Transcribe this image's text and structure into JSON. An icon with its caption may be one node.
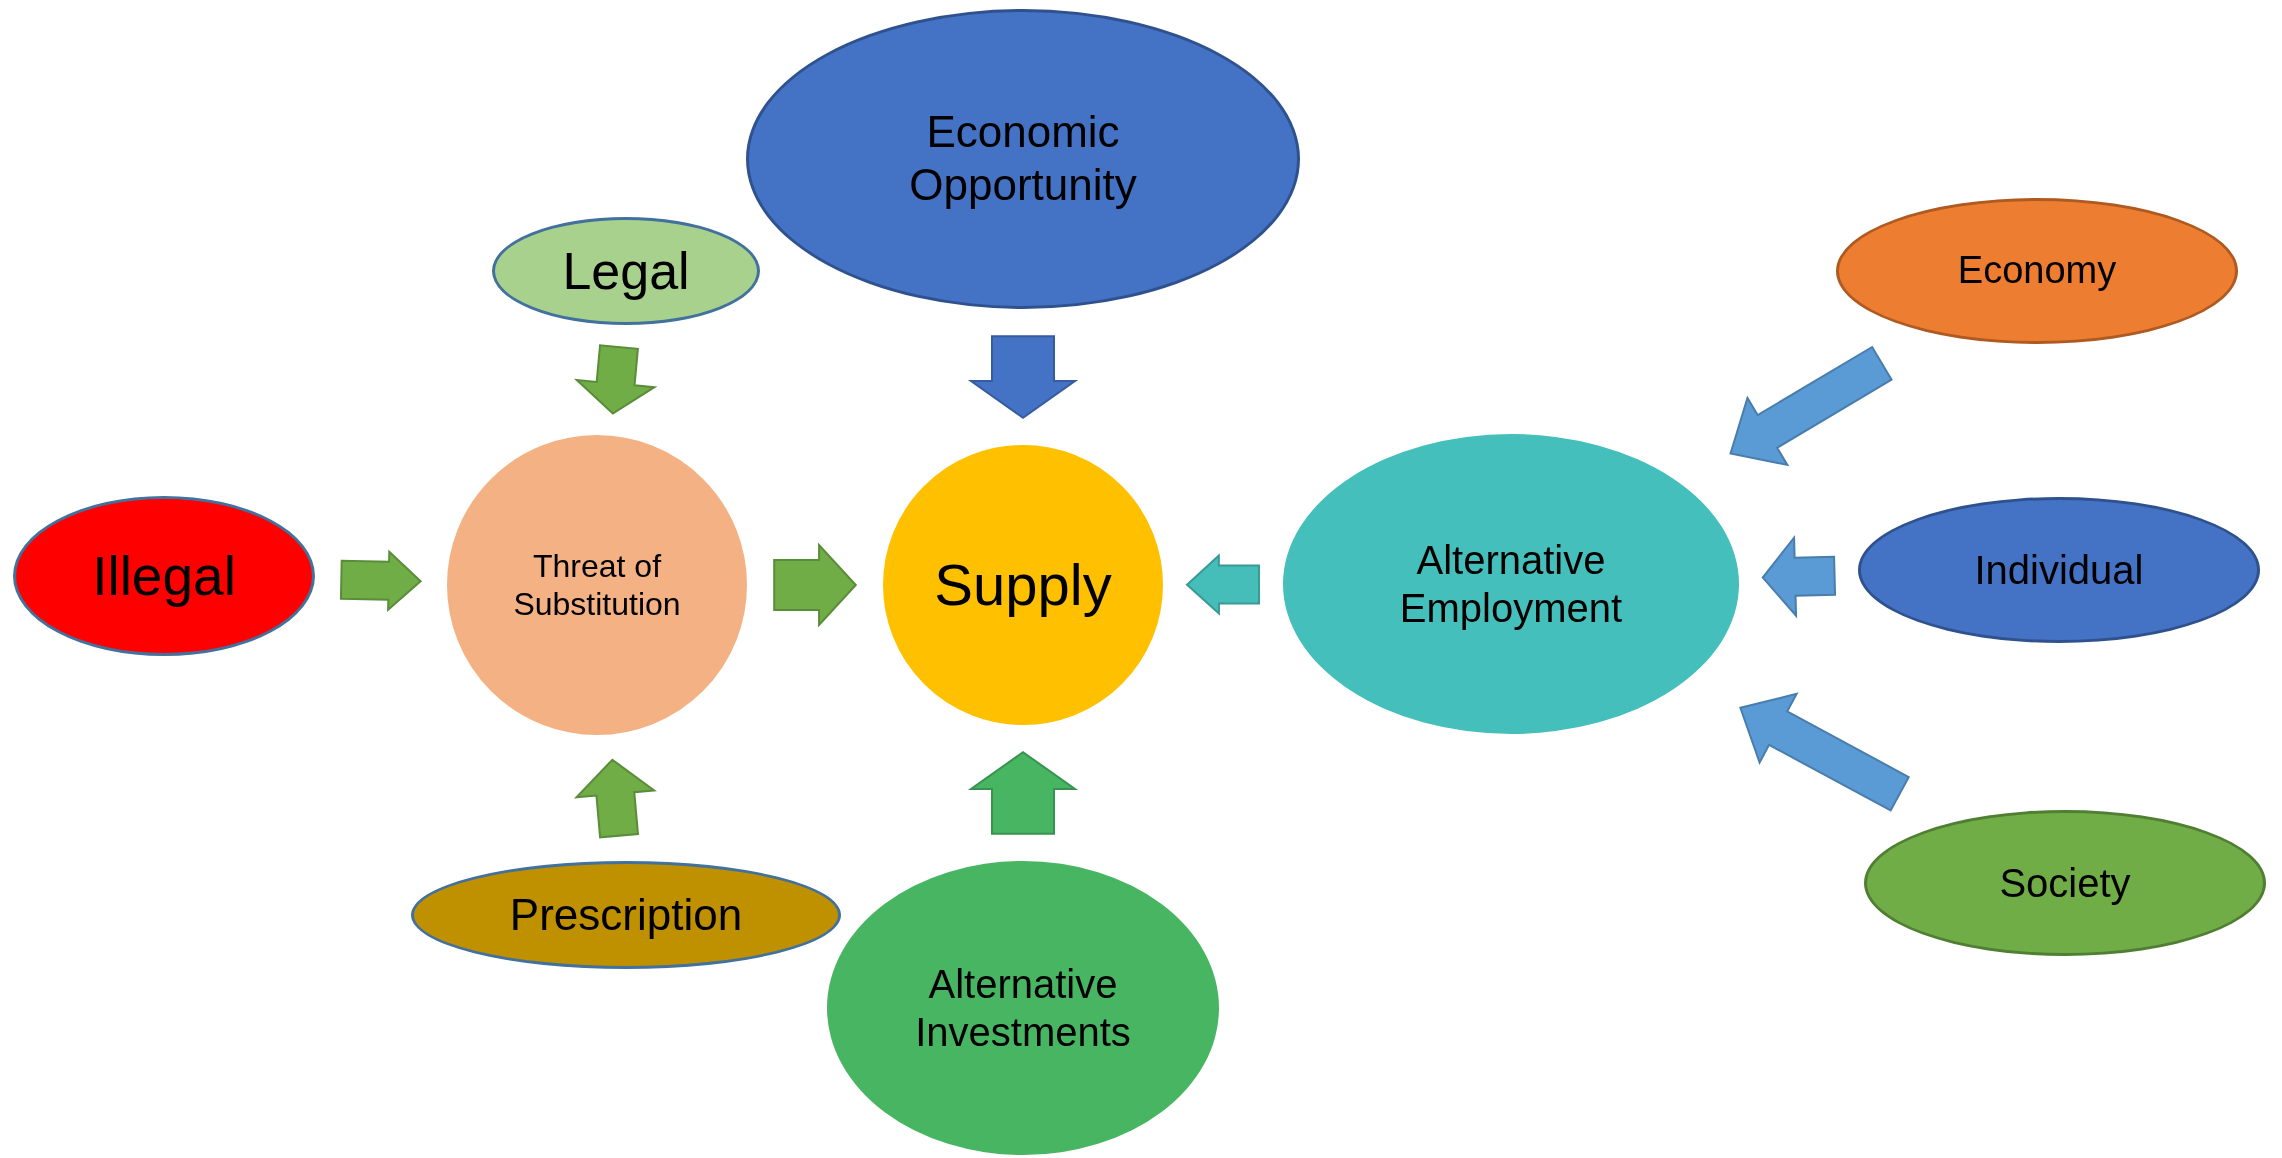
{
  "diagram": {
    "nodes": [
      {
        "text": [
          "Economic Opportunity"
        ]
      },
      {
        "text": [
          "Legal"
        ]
      },
      {
        "text": [
          "Economy"
        ]
      },
      {
        "text": [
          "Illegal"
        ]
      },
      {
        "text": [
          "Threat of Substitution"
        ]
      },
      {
        "text": [
          "Supply"
        ]
      },
      {
        "text": [
          "Alternative Employment"
        ]
      },
      {
        "text": [
          "Individual"
        ]
      },
      {
        "text": [
          "Prescription"
        ]
      },
      {
        "text": [
          "Alternative Investments"
        ]
      },
      {
        "text": [
          "Society"
        ]
      }
    ],
    "edges": [
      {
        "from": 0,
        "to": 5,
        "arrow": "to",
        "color": "#4472c4"
      },
      {
        "from": 1,
        "to": 4,
        "arrow": "to",
        "color": "#70ad47"
      },
      {
        "from": 2,
        "to": 6,
        "arrow": "to",
        "color": "#5b9bd5"
      },
      {
        "from": 3,
        "to": 4,
        "arrow": "to",
        "color": "#70ad47"
      },
      {
        "from": 4,
        "to": 5,
        "arrow": "to",
        "color": "#70ad47"
      },
      {
        "from": 6,
        "to": 5,
        "arrow": "to",
        "color": "#45bdb9"
      },
      {
        "from": 7,
        "to": 6,
        "arrow": "to",
        "color": "#5b9bd5"
      },
      {
        "from": 8,
        "to": 4,
        "arrow": "to",
        "color": "#70ad47"
      },
      {
        "from": 9,
        "to": 5,
        "arrow": "to",
        "color": "#47b562"
      },
      {
        "from": 10,
        "to": 6,
        "arrow": "to",
        "color": "#5b9bd5"
      }
    ]
  }
}
